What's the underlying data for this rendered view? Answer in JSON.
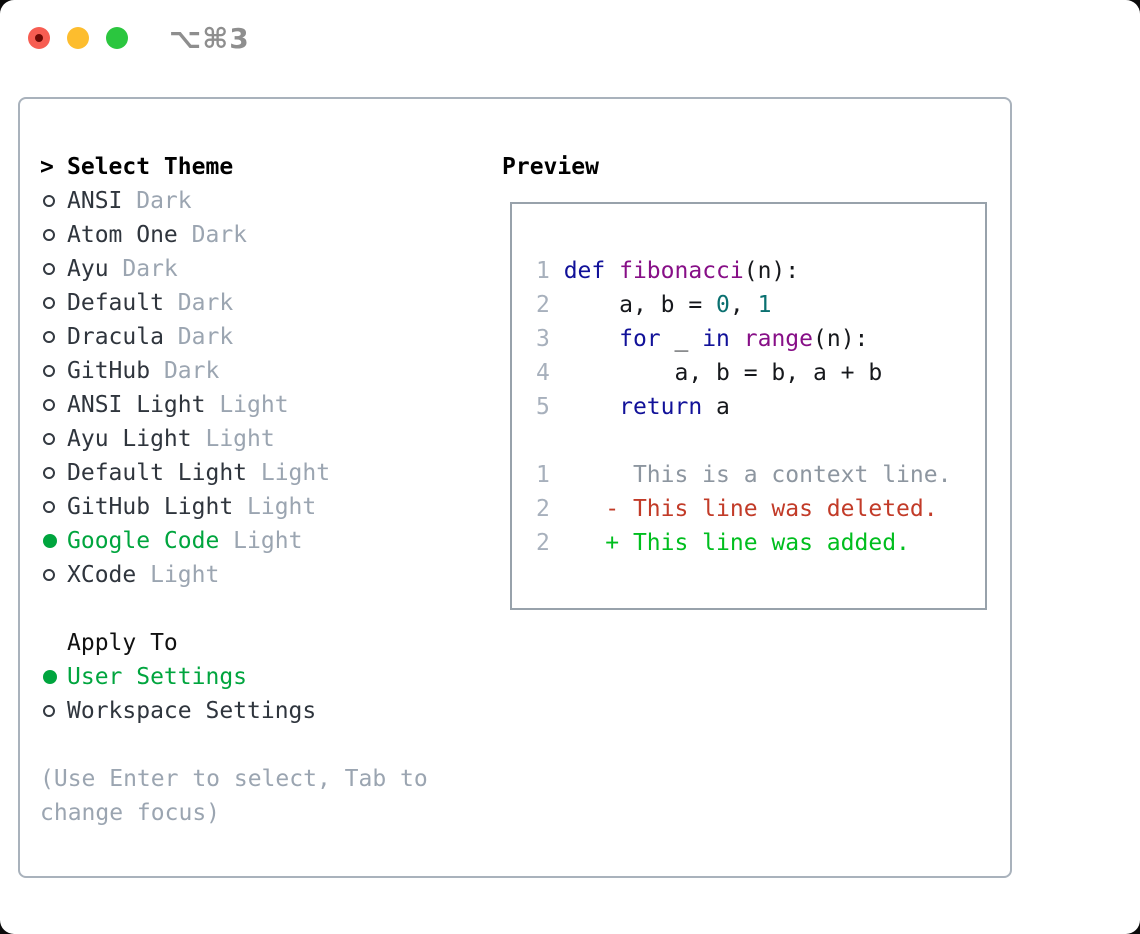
{
  "titlebar": {
    "shortcut": "⌥⌘3"
  },
  "colors": {
    "selected_green": "#00a53e",
    "added_green": "#00be1e",
    "deleted_red": "#c23b28",
    "keyword_blue": "#111199",
    "function_purple": "#870f87",
    "literal_teal": "#0a7070",
    "muted_gray": "#9ba5b1",
    "panel_border": "#a9b2bc",
    "traffic_red": "#f75d52",
    "traffic_yellow": "#fdbd2e",
    "traffic_green": "#2bc63f"
  },
  "theme_panel": {
    "header": {
      "prefix": ">",
      "label": "Select Theme"
    },
    "themes": [
      {
        "name": "ANSI",
        "variant": "Dark",
        "selected": false
      },
      {
        "name": "Atom One",
        "variant": "Dark",
        "selected": false
      },
      {
        "name": "Ayu",
        "variant": "Dark",
        "selected": false
      },
      {
        "name": "Default",
        "variant": "Dark",
        "selected": false
      },
      {
        "name": "Dracula",
        "variant": "Dark",
        "selected": false
      },
      {
        "name": "GitHub",
        "variant": "Dark",
        "selected": false
      },
      {
        "name": "ANSI Light",
        "variant": "Light",
        "selected": false
      },
      {
        "name": "Ayu Light",
        "variant": "Light",
        "selected": false
      },
      {
        "name": "Default Light",
        "variant": "Light",
        "selected": false
      },
      {
        "name": "GitHub Light",
        "variant": "Light",
        "selected": false
      },
      {
        "name": "Google Code",
        "variant": "Light",
        "selected": true
      },
      {
        "name": "XCode",
        "variant": "Light",
        "selected": false
      }
    ],
    "apply_to": {
      "label": "Apply To",
      "options": [
        {
          "name": "User Settings",
          "selected": true
        },
        {
          "name": "Workspace Settings",
          "selected": false
        }
      ]
    },
    "hint_lines": [
      "(Use Enter to select, Tab to",
      "change focus)"
    ]
  },
  "preview": {
    "label": "Preview",
    "code_lines": [
      {
        "num": "1",
        "tokens": [
          {
            "t": "def",
            "c": "kw"
          },
          {
            "t": " ",
            "c": "pl"
          },
          {
            "t": "fibonacci",
            "c": "fn"
          },
          {
            "t": "(n):",
            "c": "pl"
          }
        ]
      },
      {
        "num": "2",
        "tokens": [
          {
            "t": "    a, b = ",
            "c": "pl"
          },
          {
            "t": "0",
            "c": "num"
          },
          {
            "t": ", ",
            "c": "pl"
          },
          {
            "t": "1",
            "c": "num"
          }
        ]
      },
      {
        "num": "3",
        "tokens": [
          {
            "t": "    ",
            "c": "pl"
          },
          {
            "t": "for",
            "c": "kw"
          },
          {
            "t": " _ ",
            "c": "pl"
          },
          {
            "t": "in",
            "c": "kw"
          },
          {
            "t": " ",
            "c": "pl"
          },
          {
            "t": "range",
            "c": "fn"
          },
          {
            "t": "(n):",
            "c": "pl"
          }
        ]
      },
      {
        "num": "4",
        "tokens": [
          {
            "t": "        a, b = b, a + b",
            "c": "pl"
          }
        ]
      },
      {
        "num": "5",
        "tokens": [
          {
            "t": "    ",
            "c": "pl"
          },
          {
            "t": "return",
            "c": "kw"
          },
          {
            "t": " a",
            "c": "pl"
          }
        ]
      }
    ],
    "diff_lines": [
      {
        "num": "1",
        "marker": " ",
        "text": "This is a context line.",
        "type": "context"
      },
      {
        "num": "2",
        "marker": "-",
        "text": "This line was deleted.",
        "type": "deleted"
      },
      {
        "num": "2",
        "marker": "+",
        "text": "This line was added.",
        "type": "added"
      }
    ]
  }
}
